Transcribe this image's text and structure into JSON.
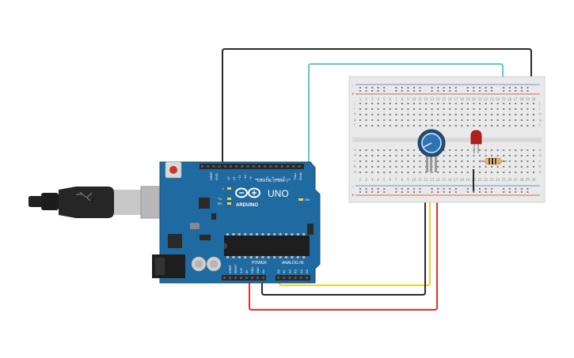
{
  "arduino": {
    "model": "UNO",
    "brand": "ARDUINO",
    "digital_label": "DIGITAL (PWM~)",
    "power_label": "POWER",
    "analog_label": "ANALOG IN",
    "on_label": "ON",
    "tx_label": "TX",
    "rx_label": "RX",
    "l_label": "L",
    "aref_label": "AREF",
    "gnd_label": "GND",
    "digital_pins": [
      "13",
      "12",
      "~11",
      "~10",
      "~9",
      "8",
      "7",
      "~6",
      "~5",
      "4",
      "~3",
      "2",
      "TX▸1",
      "RX◂0"
    ],
    "power_pins": [
      "IOREF",
      "RESET",
      "3.3V",
      "5V",
      "GND",
      "GND",
      "Vin"
    ],
    "analog_pins": [
      "A0",
      "A1",
      "A2",
      "A3",
      "A4",
      "A5"
    ]
  },
  "breadboard": {
    "column_numbers": [
      "1",
      "2",
      "3",
      "4",
      "5",
      "6",
      "7",
      "8",
      "9",
      "10",
      "11",
      "12",
      "13",
      "14",
      "15",
      "16",
      "17",
      "18",
      "19",
      "20",
      "21",
      "22",
      "23",
      "24",
      "25",
      "26",
      "27",
      "28",
      "29",
      "30"
    ],
    "row_letters_top": [
      "j",
      "i",
      "h",
      "g",
      "f"
    ],
    "row_letters_bottom": [
      "e",
      "d",
      "c",
      "b",
      "a"
    ],
    "rail_plus": "+",
    "rail_minus": "-"
  },
  "colors": {
    "board": "#1f6aa0",
    "board_edge": "#14507c",
    "wire_black": "#2b2b2b",
    "wire_cyan": "#5cc7d6",
    "wire_red": "#e0312f",
    "wire_yellow": "#f3cf2a",
    "breadboard": "#e9e9e9",
    "led": "#b0201f",
    "pot": "#1f4f7a"
  }
}
